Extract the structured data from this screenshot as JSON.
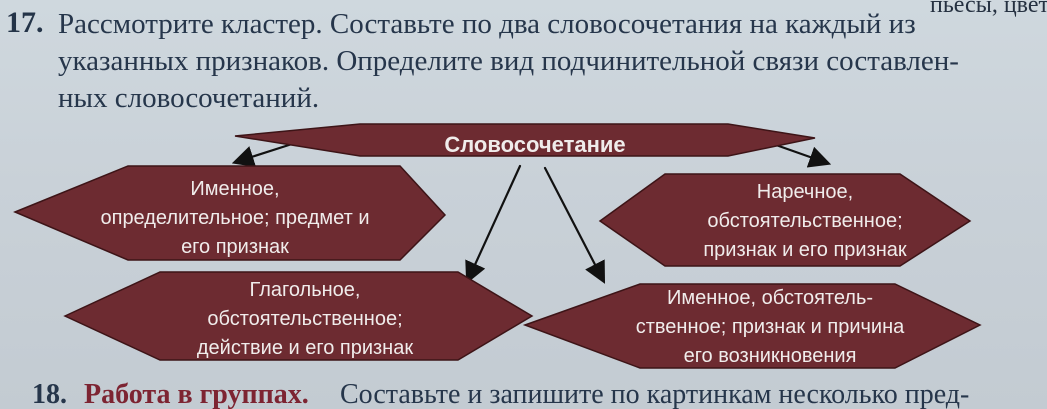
{
  "top_fragment": "пьесы, цветы.",
  "task17": {
    "number": "17.",
    "lines": [
      "Рассмотрите кластер. Составьте по два словосочетания на каждый из",
      "указанных признаков. Определите вид подчинительной связи составлен-",
      "ных словосочетаний."
    ]
  },
  "diagram": {
    "root": "Словосочетание",
    "nodes": {
      "left_top": [
        "Именное,",
        "определительное; предмет и",
        "его признак"
      ],
      "right_top": [
        "Наречное,",
        "обстоятельственное;",
        "признак и его признак"
      ],
      "left_bottom": [
        "Глагольное,",
        "обстоятельственное;",
        "действие и его признак"
      ],
      "right_bottom": [
        "Именное, обстоятель-",
        "ственное; признак и причина",
        "его возникновения"
      ]
    },
    "colors": {
      "fill": "#6d2b31",
      "text": "#f0eceb",
      "stroke": "#3d1417"
    }
  },
  "task18": {
    "number": "18.",
    "heading": "Работа в группах.",
    "text": "Составьте и запишите по картинкам несколько пред-"
  }
}
